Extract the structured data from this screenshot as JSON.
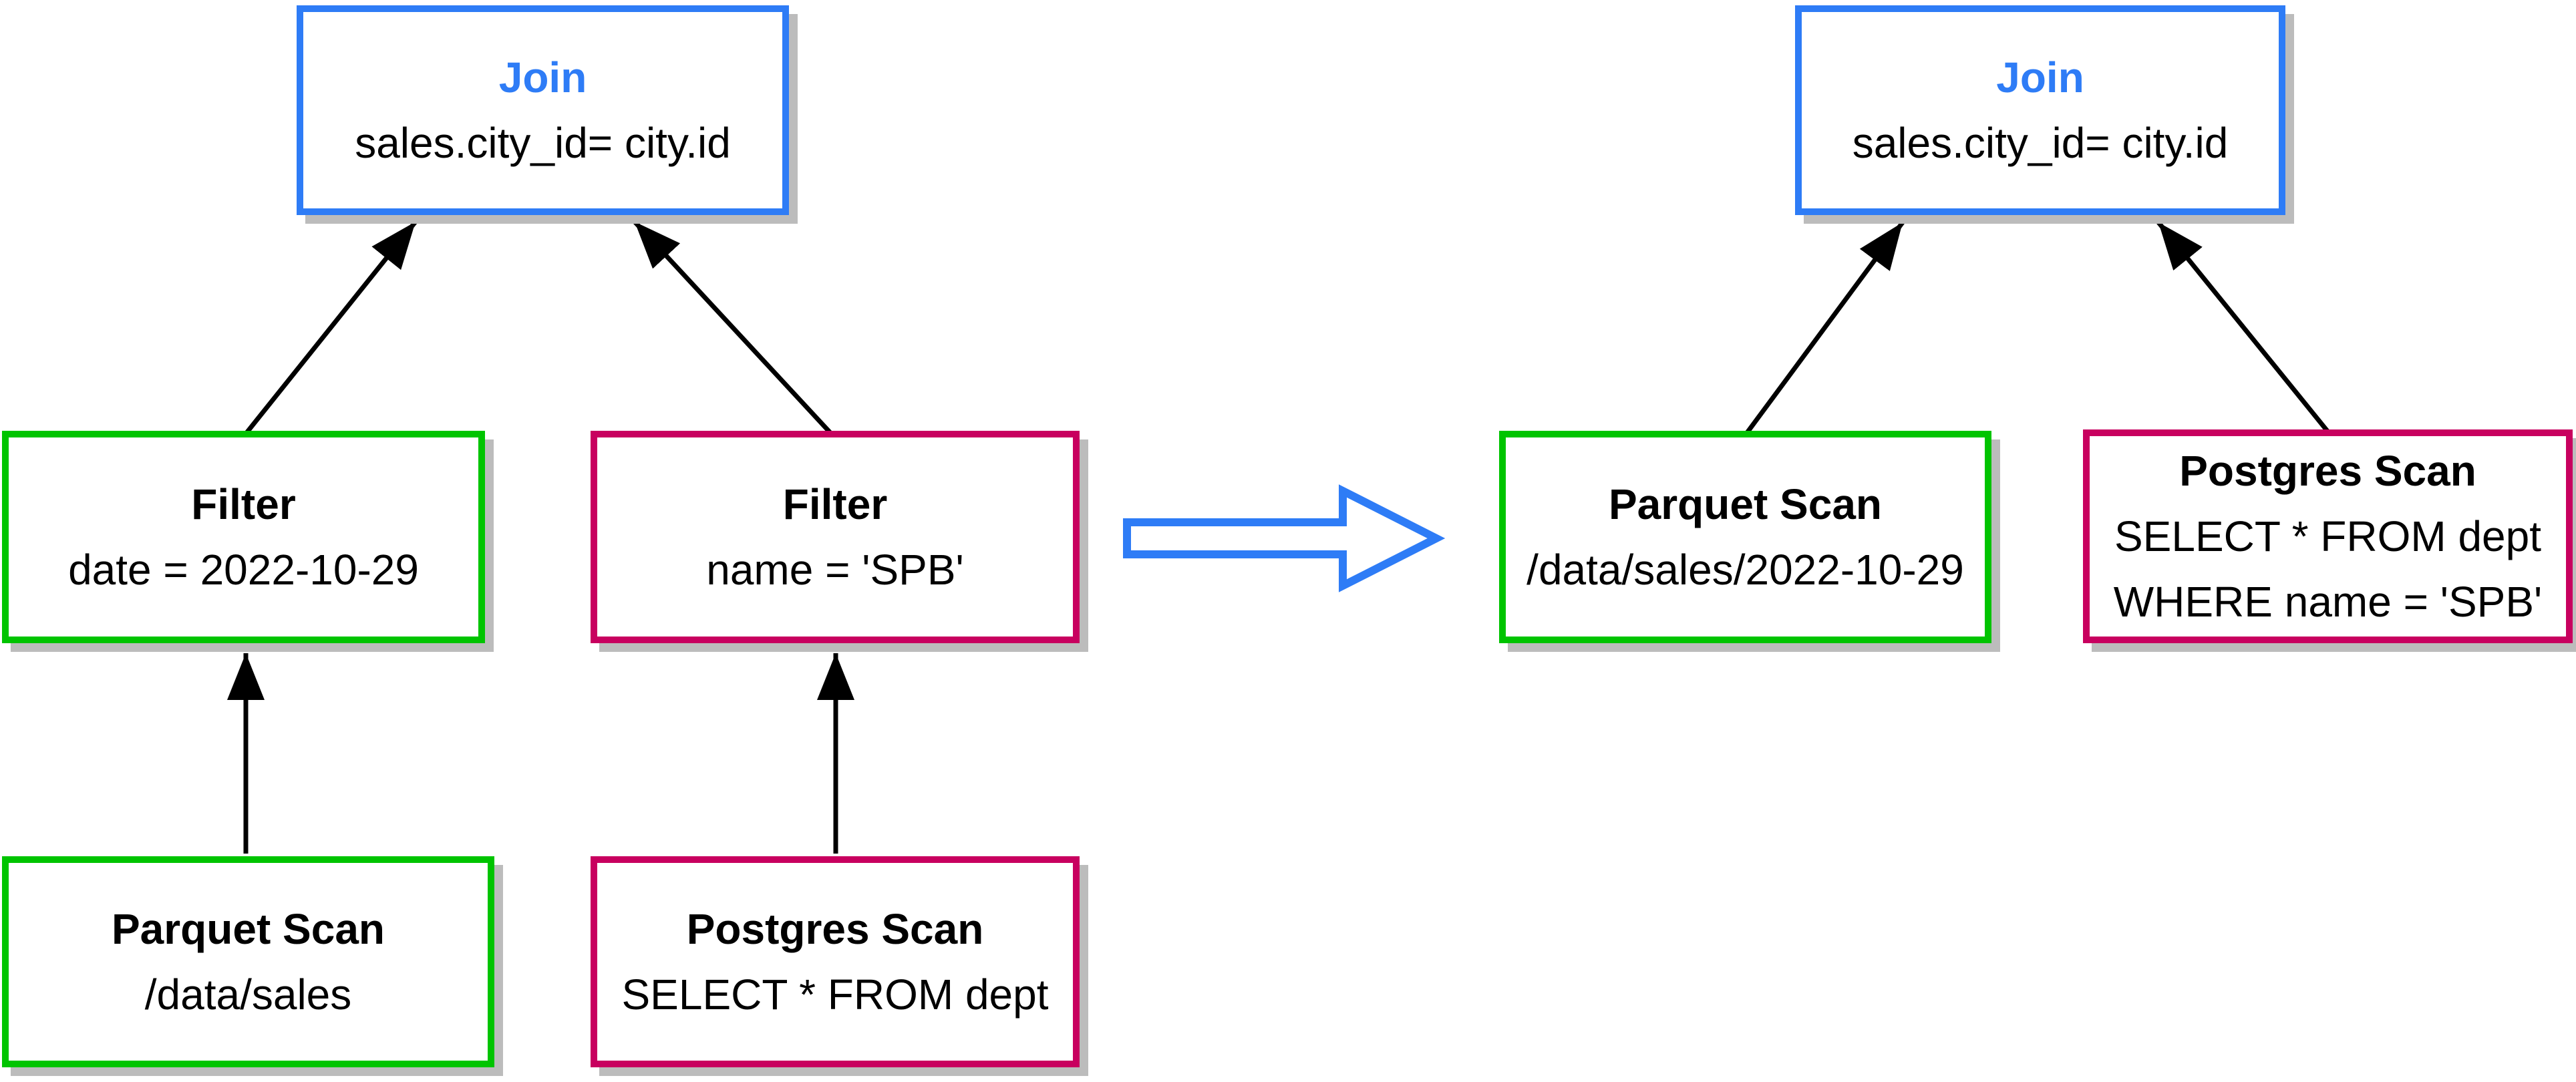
{
  "colors": {
    "accent_blue": "#2E7CF6",
    "accent_green": "#00C400",
    "accent_pink": "#C8005F",
    "arrow_black": "#000000",
    "shadow_gray": "#BCBCBC",
    "canvas_bg": "#FFFFFF"
  },
  "left_plan": {
    "join": {
      "title": "Join",
      "details": [
        "sales.city_id= city.id"
      ]
    },
    "filter_date": {
      "title": "Filter",
      "details": [
        "date = 2022-10-29"
      ]
    },
    "filter_name": {
      "title": "Filter",
      "details": [
        "name = 'SPB'"
      ]
    },
    "parquet_scan": {
      "title": "Parquet Scan",
      "details": [
        "/data/sales"
      ]
    },
    "postgres_scan": {
      "title": "Postgres Scan",
      "details": [
        "SELECT * FROM dept"
      ]
    }
  },
  "right_plan": {
    "join": {
      "title": "Join",
      "details": [
        "sales.city_id= city.id"
      ]
    },
    "parquet_scan": {
      "title": "Parquet Scan",
      "details": [
        "/data/sales/2022-10-29"
      ]
    },
    "postgres_scan": {
      "title": "Postgres Scan",
      "details": [
        "SELECT * FROM dept",
        "WHERE name = 'SPB'"
      ]
    }
  }
}
